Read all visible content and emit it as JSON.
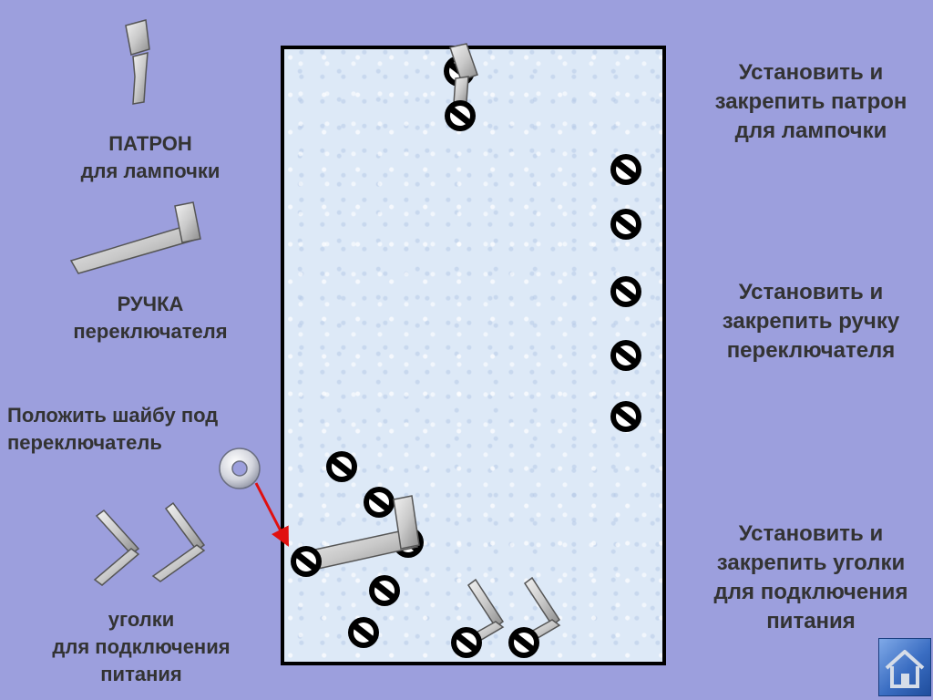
{
  "parts": {
    "socket": {
      "title": "ПАТРОН",
      "subtitle": "для лампочки"
    },
    "handle": {
      "title": "РУЧКА",
      "subtitle": "переключателя"
    },
    "washer": {
      "line1": "Положить шайбу под",
      "line2": "переключатель"
    },
    "brackets": {
      "line1": "уголки",
      "line2": "для подключения",
      "line3": "питания"
    }
  },
  "steps": {
    "step1": {
      "line1": "Установить и",
      "line2": "закрепить патрон",
      "line3": "для лампочки"
    },
    "step2": {
      "line1": "Установить и",
      "line2": "закрепить ручку",
      "line3": "переключателя"
    },
    "step3": {
      "line1": "Установить и",
      "line2": "закрепить уголки",
      "line3": "для подключения",
      "line4": "питания"
    }
  },
  "navigation": {
    "home_icon": "home-icon"
  },
  "colors": {
    "background": "#9c9fdd",
    "board": "#dde9f7",
    "label_text": "#333333",
    "part_metal": "#c9c9c9",
    "screw": "#000000",
    "arrow": "#e01010"
  }
}
